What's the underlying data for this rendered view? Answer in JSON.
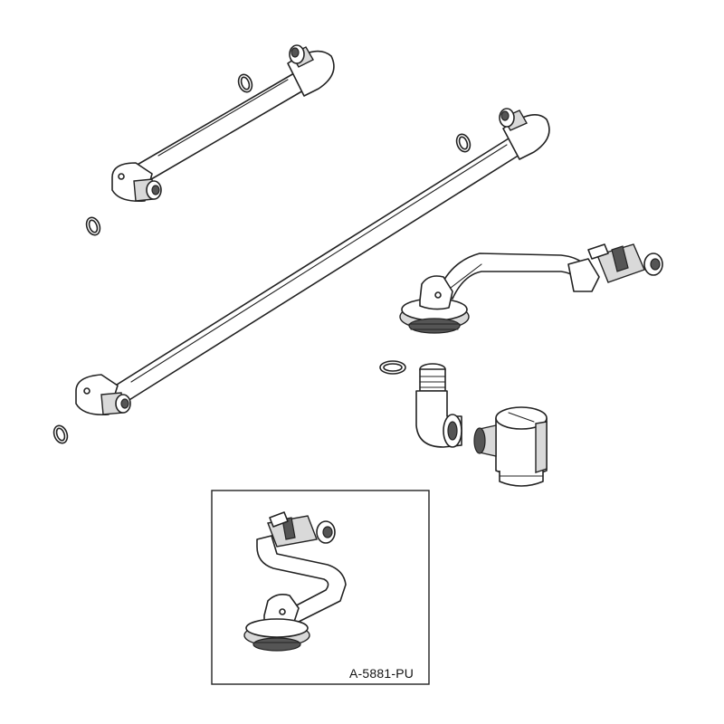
{
  "figure": {
    "inset_label": "A-5881-PU",
    "parts": [
      "short-bar-assembly",
      "long-bar-assembly",
      "offset-pipe-assembly",
      "elbow-fitting",
      "valve-body",
      "o-ring"
    ]
  }
}
